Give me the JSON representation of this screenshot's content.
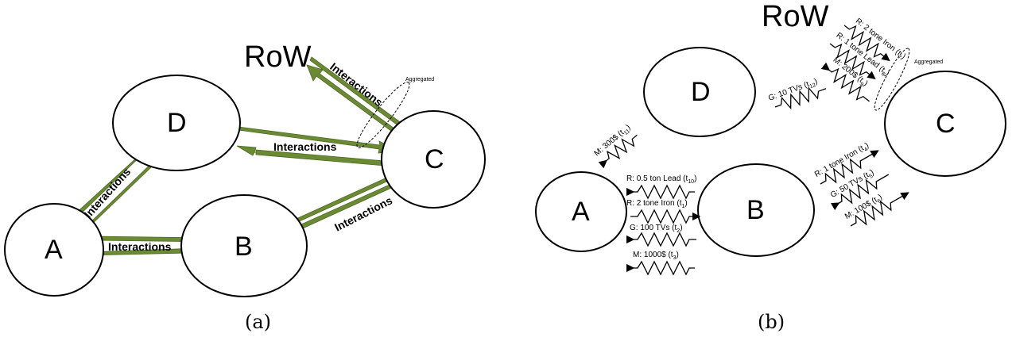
{
  "panel_a": {
    "nodes": {
      "A": "A",
      "B": "B",
      "C": "C",
      "D": "D"
    },
    "row": "RoW",
    "interactions": [
      "Interactions",
      "Interactions",
      "Interactions",
      "Interactions",
      "Interactions"
    ],
    "aggregated": "Aggregated",
    "caption": "(a)"
  },
  "panel_b": {
    "nodes": {
      "A": "A",
      "B": "B",
      "C": "C",
      "D": "D"
    },
    "row": "RoW",
    "aggregated": "Aggregated",
    "caption": "(b)",
    "labels": {
      "row_r2": "R: 2 tone Iron (t",
      "row_r2_sub": "7",
      "row_r1": "R: 1 tone Lead (t",
      "row_r1_sub": "8",
      "row_m": "M: 200$ (t",
      "row_m_sub": "9",
      "dc_g": "G: 10 TVs (t",
      "dc_g_sub": "12",
      "ad_m": "M: 300$ (t",
      "ad_m_sub": "11",
      "ab_r1": "R: 0.5 ton Lead (t",
      "ab_r1_sub": "10",
      "ab_r2": "R: 2 tone Iron (t",
      "ab_r2_sub": "1",
      "ab_g": "G: 100 TVs (t",
      "ab_g_sub": "2",
      "ab_m": "M: 1000$ (t",
      "ab_m_sub": "3",
      "bc_r": "R: 1 tone Iron (t",
      "bc_r_sub": "4",
      "bc_g": "G: 50 TVs (t",
      "bc_g_sub": "5",
      "bc_m": "M: 100$ (t",
      "bc_m_sub": "6"
    }
  }
}
